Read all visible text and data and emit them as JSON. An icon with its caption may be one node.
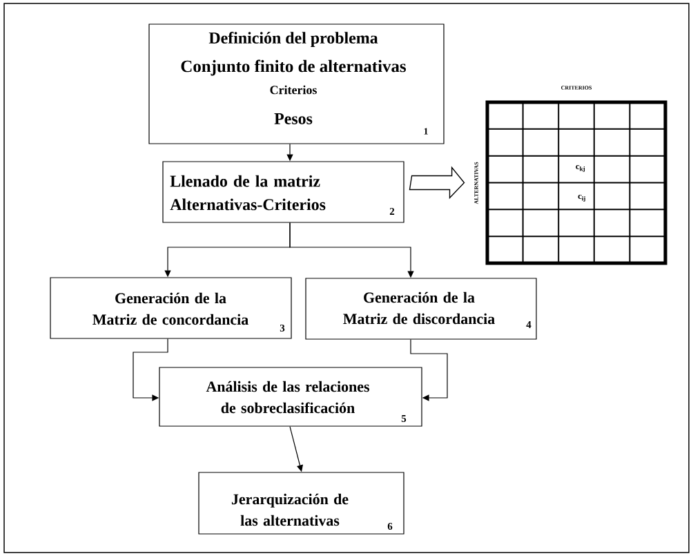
{
  "diagram": {
    "nodes": [
      {
        "text": [
          "Definición del problema",
          "Conjunto finito  de alternativas",
          "Criterios",
          "Pesos",
          "1"
        ]
      },
      {
        "text": [
          "Llenado de la matriz Alternativas-Criterios",
          "2"
        ]
      },
      {
        "text": [
          "CRITERIOS",
          "ALTERNATIVAS"
        ]
      },
      {
        "text": [
          "Generación de la Matriz de concordancia",
          "3"
        ]
      },
      {
        "text": [
          "Generación de la Matriz de discordancia",
          "4"
        ]
      },
      {
        "text": [
          "Análisis de las relaciones de sobreclasificación",
          "5"
        ]
      },
      {
        "text": [
          "Jerarquización de las alternativas",
          "6"
        ]
      }
    ],
    "edges": [
      {
        "from": 0,
        "to": 1,
        "arrow": "to"
      },
      {
        "from": 1,
        "to": 2,
        "arrow": "to",
        "style": "thick"
      },
      {
        "from": 1,
        "to": 3,
        "arrow": "to"
      },
      {
        "from": 1,
        "to": 4,
        "arrow": "to"
      },
      {
        "from": 3,
        "to": 5,
        "arrow": "to"
      },
      {
        "from": 4,
        "to": 5,
        "arrow": "to"
      },
      {
        "from": 5,
        "to": 6,
        "arrow": "to"
      }
    ],
    "labels": [
      "c$_{kj}$",
      "c$_{ij}$"
    ]
  }
}
